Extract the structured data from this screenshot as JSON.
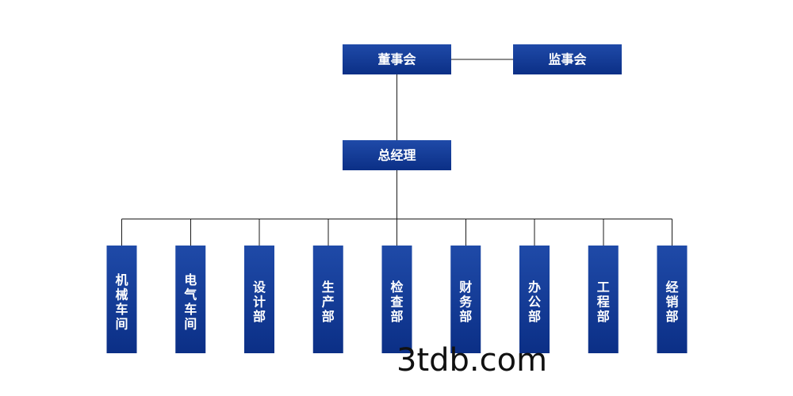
{
  "colors": {
    "box_top": "#1f4aa8",
    "box_bottom": "#0b2f86",
    "text": "#ffffff",
    "line": "#1a1a1a"
  },
  "board": "董事会",
  "supervisory_board": "监事会",
  "general_manager": "总经理",
  "departments": [
    "机械车间",
    "电气车间",
    "设计部",
    "生产部",
    "检查部",
    "财务部",
    "办公部",
    "工程部",
    "经销部"
  ],
  "watermark": "3tdb.com"
}
